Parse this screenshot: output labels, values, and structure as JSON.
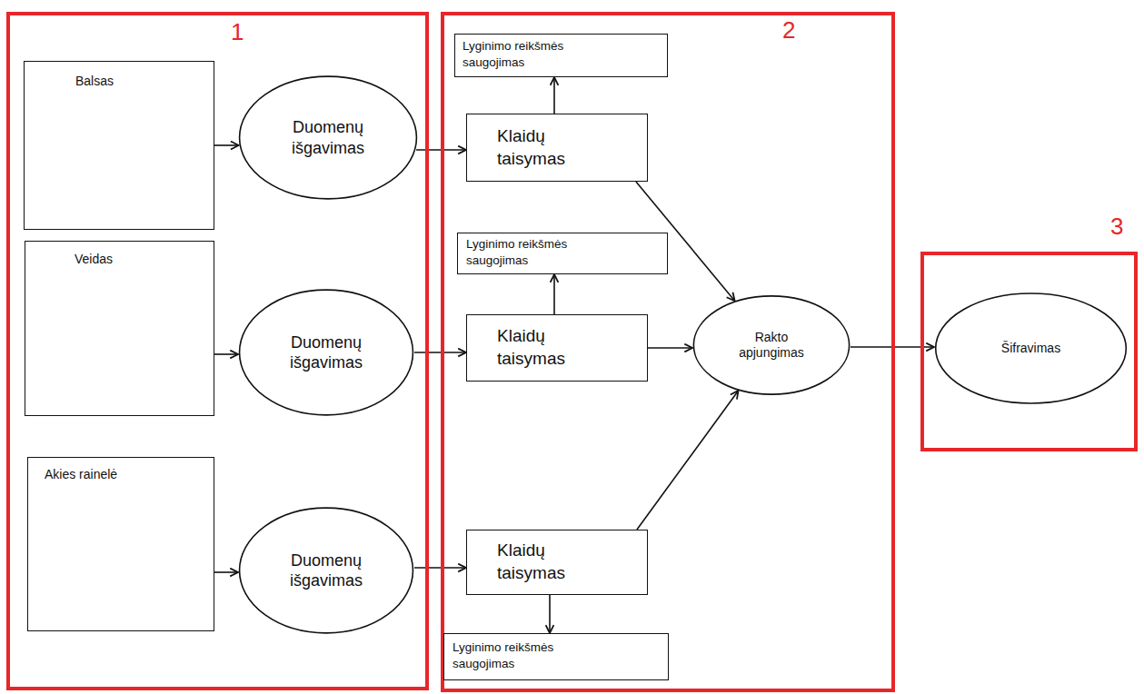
{
  "diagram": {
    "nodes": [
      {
        "text": [
          "1"
        ]
      },
      {
        "text": [
          "Balsas"
        ],
        "in": 0
      },
      {
        "text": [
          "Duomenų išgavimas"
        ],
        "in": 0
      },
      {
        "text": [
          "Veidas"
        ],
        "in": 0
      },
      {
        "text": [
          "Duomenų išgavimas"
        ],
        "in": 0
      },
      {
        "text": [
          "Akies rainelė"
        ],
        "in": 0
      },
      {
        "text": [
          "Duomenų išgavimas"
        ],
        "in": 0
      },
      {
        "text": [
          "2"
        ]
      },
      {
        "text": [
          "Lyginimo reikšmės saugojimas"
        ],
        "in": 7
      },
      {
        "text": [
          "Klaidų taisymas"
        ],
        "in": 7
      },
      {
        "text": [
          "Lyginimo reikšmės saugojimas"
        ],
        "in": 7
      },
      {
        "text": [
          "Klaidų taisymas"
        ],
        "in": 7
      },
      {
        "text": [
          "Klaidų taisymas"
        ],
        "in": 7
      },
      {
        "text": [
          "Lyginimo reikšmės saugojimas"
        ],
        "in": 7
      },
      {
        "text": [
          "Rakto apjungimas"
        ],
        "in": 7
      },
      {
        "text": [
          "3"
        ]
      },
      {
        "text": [
          "Šifravimas"
        ],
        "in": 15
      }
    ],
    "edges": [
      {
        "from": 1,
        "to": 2,
        "arrow": "to"
      },
      {
        "from": 2,
        "to": 9,
        "arrow": "to"
      },
      {
        "from": 9,
        "to": 8,
        "arrow": "to"
      },
      {
        "from": 9,
        "to": 14,
        "arrow": "to"
      },
      {
        "from": 3,
        "to": 4,
        "arrow": "to"
      },
      {
        "from": 4,
        "to": 11,
        "arrow": "to"
      },
      {
        "from": 11,
        "to": 10,
        "arrow": "to"
      },
      {
        "from": 11,
        "to": 14,
        "arrow": "to"
      },
      {
        "from": 5,
        "to": 6,
        "arrow": "to"
      },
      {
        "from": 6,
        "to": 12,
        "arrow": "to"
      },
      {
        "from": 12,
        "to": 13,
        "arrow": "to"
      },
      {
        "from": 12,
        "to": 14,
        "arrow": "to"
      },
      {
        "from": 14,
        "to": 16,
        "arrow": "to"
      }
    ]
  }
}
